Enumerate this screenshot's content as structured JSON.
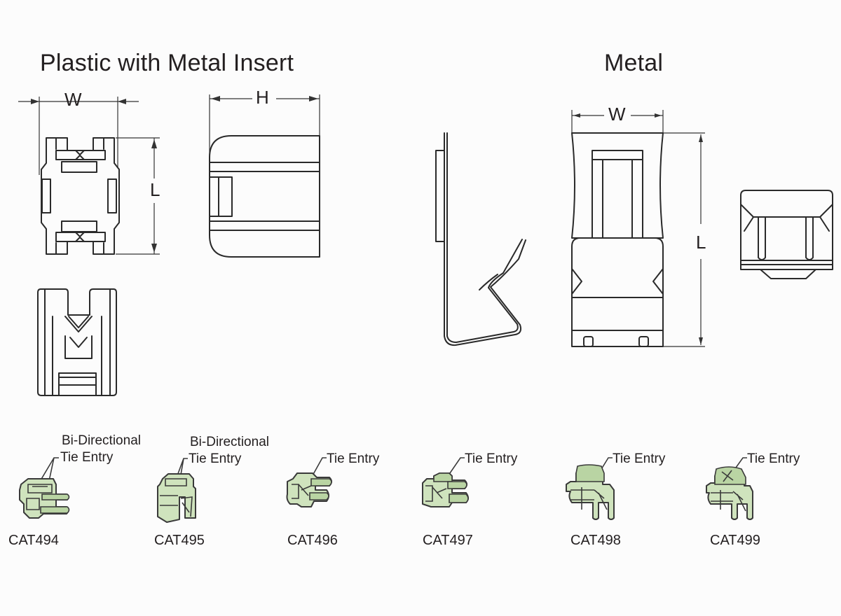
{
  "sections": {
    "plastic": {
      "title": "Plastic with Metal Insert",
      "dim_w": "W",
      "dim_h": "H",
      "dim_l": "L"
    },
    "metal": {
      "title": "Metal",
      "dim_w": "W",
      "dim_l": "L"
    }
  },
  "products": [
    {
      "code": "CAT494",
      "callout_line1": "Bi-Directional",
      "callout_line2": "Tie Entry",
      "color": "#cfe3bd"
    },
    {
      "code": "CAT495",
      "callout_line1": "Bi-Directional",
      "callout_line2": "Tie Entry",
      "color": "#cfe3bd"
    },
    {
      "code": "CAT496",
      "callout_line1": "",
      "callout_line2": "Tie Entry",
      "color": "#cfe3bd"
    },
    {
      "code": "CAT497",
      "callout_line1": "",
      "callout_line2": "Tie Entry",
      "color": "#cfe3bd"
    },
    {
      "code": "CAT498",
      "callout_line1": "",
      "callout_line2": "Tie Entry",
      "color": "#cfe3bd"
    },
    {
      "code": "CAT499",
      "callout_line1": "",
      "callout_line2": "Tie Entry",
      "color": "#cfe3bd"
    }
  ]
}
